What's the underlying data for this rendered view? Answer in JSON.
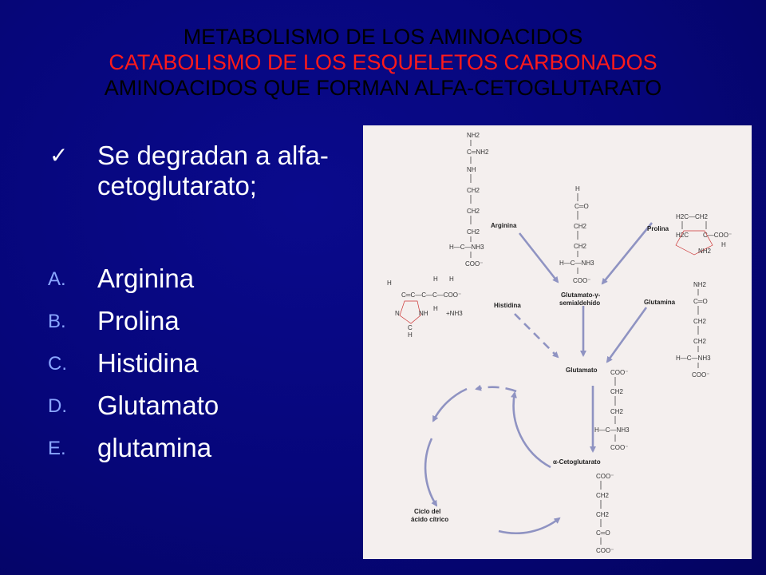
{
  "slide": {
    "title_line1": "METABOLISMO DE LOS AMINOACIDOS",
    "title_line2": "CATABOLISMO DE LOS ESQUELETOS CARBONADOS",
    "title_line3": "AMINOACIDOS QUE FORMAN ALFA-CETOGLUTARATO",
    "bullet_mark": "✓",
    "bullet_text": "Se degradan a alfa-cetoglutarato;",
    "items": [
      {
        "letter": "A.",
        "text": "Arginina"
      },
      {
        "letter": "B.",
        "text": "Prolina"
      },
      {
        "letter": "C.",
        "text": "Histidina"
      },
      {
        "letter": "D.",
        "text": "Glutamato"
      },
      {
        "letter": "E.",
        "text": "glutamina"
      }
    ],
    "colors": {
      "background": "#06067a",
      "accent_red": "#ff1a1a",
      "letter_color": "#8aa6ff"
    }
  },
  "diagram": {
    "labels": {
      "arginina": "Arginina",
      "prolina": "Prolina",
      "histidina": "Histidina",
      "glutamina": "Glutamina",
      "glutamato_semialdehido_1": "Glutamato-γ-",
      "glutamato_semialdehido_2": "semialdehído",
      "glutamato": "Glutamato",
      "cetoglutarato": "α-Cetoglutarato",
      "ciclo_1": "Ciclo del",
      "ciclo_2": "ácido cítrico"
    }
  }
}
